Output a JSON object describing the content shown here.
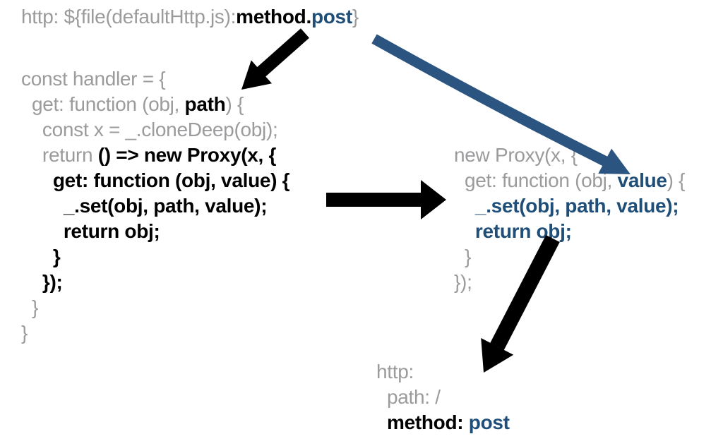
{
  "colors": {
    "background": "#ffffff",
    "gray": "#9b9b9d",
    "black": "#000000",
    "blue": "#1f4e79",
    "arrow_black": "#000000",
    "arrow_blue": "#2b5580"
  },
  "styles_legend": {
    "g": "gray",
    "b": "bold-black",
    "u": "bold-blue"
  },
  "top_line": {
    "lines": [
      [
        {
          "t": "http: ${file(defaultHttp.js):",
          "s": "g"
        },
        {
          "t": "method.",
          "s": "b"
        },
        {
          "t": "post",
          "s": "u"
        },
        {
          "t": "}",
          "s": "g"
        }
      ]
    ]
  },
  "left_code": {
    "lines": [
      [
        {
          "t": "const handler = {",
          "s": "g"
        }
      ],
      [
        {
          "t": "  get: function (obj, ",
          "s": "g"
        },
        {
          "t": "path",
          "s": "b"
        },
        {
          "t": ") {",
          "s": "g"
        }
      ],
      [
        {
          "t": "    const x = _.cloneDeep(obj);",
          "s": "g"
        }
      ],
      [
        {
          "t": "    return ",
          "s": "g"
        },
        {
          "t": "() => new Proxy(x, {",
          "s": "b"
        }
      ],
      [
        {
          "t": "      get: function (obj, value) {",
          "s": "b"
        }
      ],
      [
        {
          "t": "        _.set(obj, path, value);",
          "s": "b"
        }
      ],
      [
        {
          "t": "        return obj;",
          "s": "b"
        }
      ],
      [
        {
          "t": "      }",
          "s": "b"
        }
      ],
      [
        {
          "t": "    });",
          "s": "b"
        }
      ],
      [
        {
          "t": "  }",
          "s": "g"
        }
      ],
      [
        {
          "t": "}",
          "s": "g"
        }
      ]
    ]
  },
  "right_code": {
    "lines": [
      [
        {
          "t": "new Proxy(x, {",
          "s": "g"
        }
      ],
      [
        {
          "t": "  get: function (obj, ",
          "s": "g"
        },
        {
          "t": "value",
          "s": "u"
        },
        {
          "t": ") {",
          "s": "g"
        }
      ],
      [
        {
          "t": "    ",
          "s": "g"
        },
        {
          "t": "_.set(obj, path, value);",
          "s": "u"
        }
      ],
      [
        {
          "t": "    ",
          "s": "g"
        },
        {
          "t": "return obj;",
          "s": "u"
        }
      ],
      [
        {
          "t": "  }",
          "s": "g"
        }
      ],
      [
        {
          "t": "});",
          "s": "g"
        }
      ]
    ]
  },
  "result_code": {
    "lines": [
      [
        {
          "t": "http:",
          "s": "g"
        }
      ],
      [
        {
          "t": "  path: /",
          "s": "g"
        }
      ],
      [
        {
          "t": "  ",
          "s": "g"
        },
        {
          "t": "method: ",
          "s": "b"
        },
        {
          "t": "post",
          "s": "u"
        }
      ]
    ]
  },
  "arrows": [
    {
      "name": "arrow-variable-to-handler",
      "color": "#000000",
      "from": "yaml-variable-line",
      "to": "handler-code-block"
    },
    {
      "name": "arrow-variable-to-proxy-result",
      "color": "#2b5580",
      "from": "yaml-variable-line",
      "to": "proxy-result-code-block"
    },
    {
      "name": "arrow-handler-to-proxy-result",
      "color": "#000000",
      "from": "handler-code-block",
      "to": "proxy-result-code-block"
    },
    {
      "name": "arrow-proxy-result-to-resolved-yaml",
      "color": "#000000",
      "from": "proxy-result-code-block",
      "to": "resolved-yaml-block"
    }
  ]
}
